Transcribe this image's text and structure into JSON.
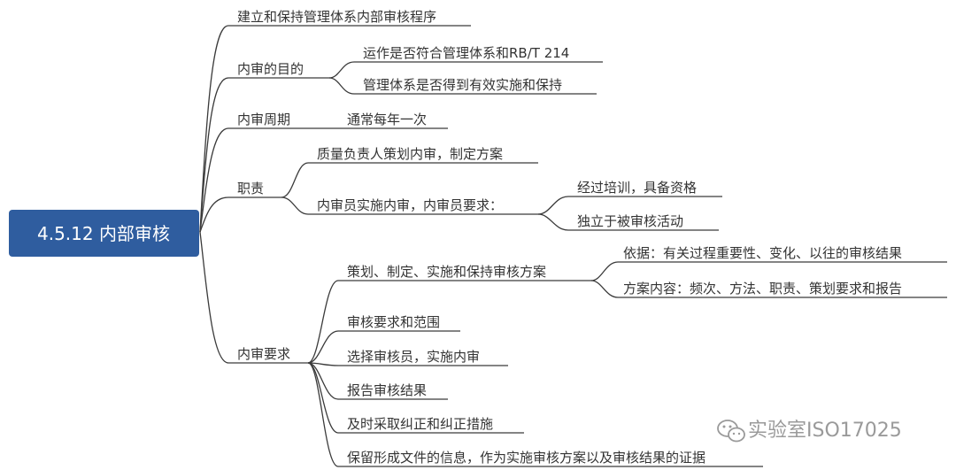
{
  "root": {
    "label": "4.5.12 内部审核",
    "color": "#2f5d9f"
  },
  "branches": {
    "procedure": "建立和保持管理体系内部审核程序",
    "purpose": {
      "label": "内审的目的",
      "items": [
        "运作是否符合管理体系和RB/T 214",
        "管理体系是否得到有效实施和保持"
      ]
    },
    "cycle": {
      "label": "内审周期",
      "items": [
        "通常每年一次"
      ]
    },
    "duties": {
      "label": "职责",
      "items": [
        {
          "label": "质量负责人策划内审，制定方案"
        },
        {
          "label": "内审员实施内审，内审员要求：",
          "items": [
            "经过培训，具备资格",
            "独立于被审核活动"
          ]
        }
      ]
    },
    "requirements": {
      "label": "内审要求",
      "items": [
        {
          "label": "策划、制定、实施和保持审核方案",
          "items": [
            "依据：有关过程重要性、变化、以往的审核结果",
            "方案内容：频次、方法、职责、策划要求和报告"
          ]
        },
        {
          "label": "审核要求和范围"
        },
        {
          "label": "选择审核员，实施内审"
        },
        {
          "label": "报告审核结果"
        },
        {
          "label": "及时采取纠正和纠正措施"
        },
        {
          "label": "保留形成文件的信息，作为实施审核方案以及审核结果的证据"
        }
      ]
    }
  },
  "watermark": {
    "text": "实验室ISO17025",
    "icon": "wechat-icon"
  }
}
